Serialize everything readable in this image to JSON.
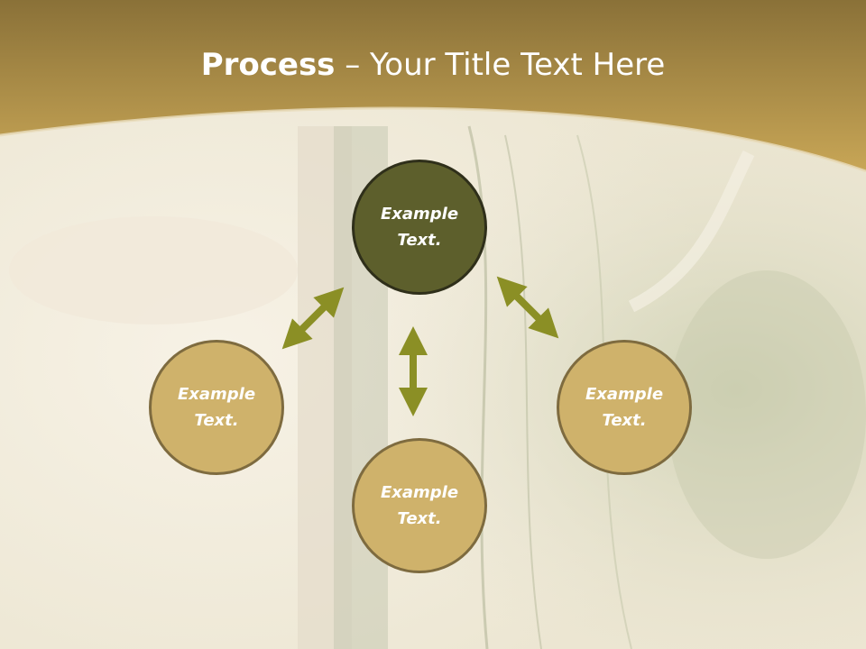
{
  "title": {
    "bold": "Process",
    "rest": " – Your Title Text Here"
  },
  "nodes": {
    "top": "Example Text.",
    "left": "Example Text.",
    "right": "Example Text.",
    "bottom": "Example Text."
  },
  "colors": {
    "header": "#b99a4c",
    "dark_circle": "#5d5f2c",
    "light_circle": "#cfb26b",
    "arrow": "#8b8f25"
  }
}
